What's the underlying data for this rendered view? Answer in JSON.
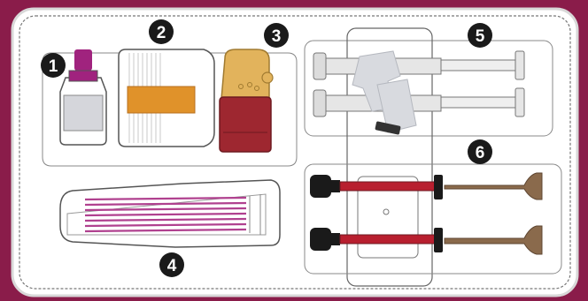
{
  "colors": {
    "background": "#8a1c4a",
    "tray": "#ffffff",
    "outline": "#555555",
    "bottle_cap": "#a0237e",
    "label_band": "#e0922a",
    "pad_top": "#e2b35c",
    "pad_body": "#9e2730",
    "brushes": "#b0418f",
    "syringe_red": "#b81f2f",
    "syringe_knob": "#1a1a1a",
    "tip_brown": "#8a6a4c",
    "badge": "#1a1a1a"
  },
  "items": [
    {
      "number": "1",
      "icon": "bottle-icon"
    },
    {
      "number": "2",
      "icon": "roll-icon"
    },
    {
      "number": "3",
      "icon": "pad-icon"
    },
    {
      "number": "4",
      "icon": "brush-pack-icon"
    },
    {
      "number": "5",
      "icon": "syringe-icon"
    },
    {
      "number": "6",
      "icon": "syringe-icon"
    }
  ]
}
